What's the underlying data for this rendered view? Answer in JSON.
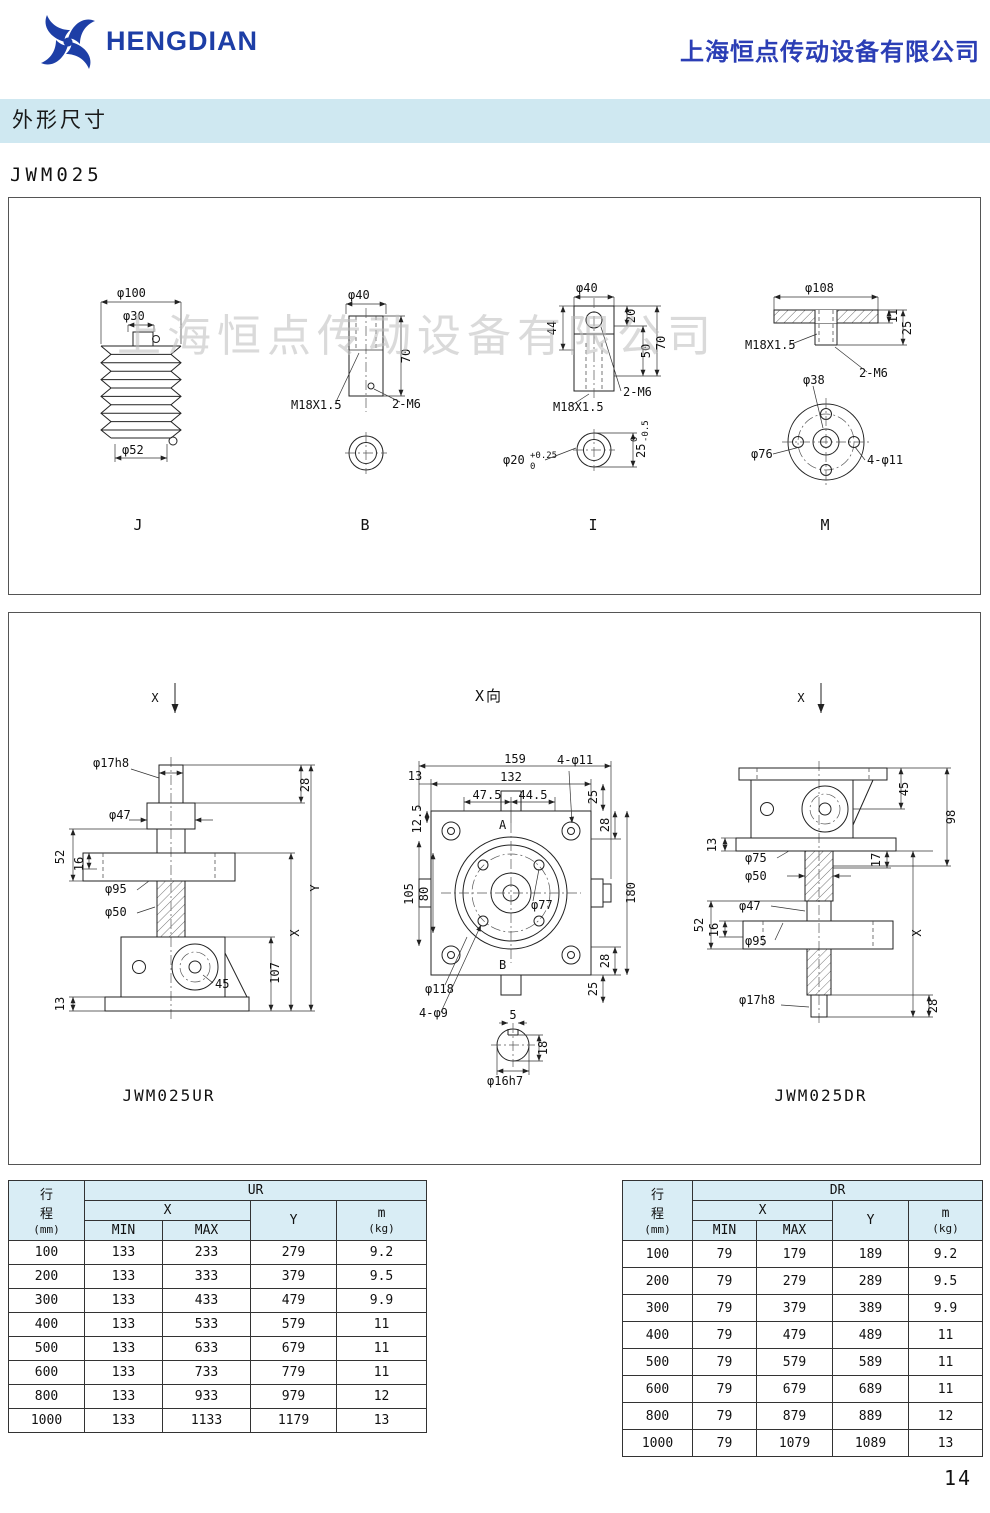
{
  "colors": {
    "brand_blue": "#1d3ea6",
    "company_blue": "#2b3eb5",
    "band_bg": "#cfe8f1",
    "table_header_bg": "#d9edf5"
  },
  "header": {
    "brand": "HENGDIAN",
    "company": "上海恒点传动设备有限公司",
    "section_title": "外形尺寸",
    "model": "JWM025"
  },
  "watermark": "上海恒点传动设备有限公司",
  "p1": {
    "j": {
      "cap": "J",
      "d_outer": "φ100",
      "d_inner": "φ30",
      "d_bottom": "φ52"
    },
    "b": {
      "cap": "B",
      "d_top": "φ40",
      "d_h": "70",
      "d_thread": "M18X1.5",
      "d_tap": "2-M6"
    },
    "i": {
      "cap": "I",
      "d_top": "φ40",
      "d_44": "44",
      "d_20": "20",
      "d_50": "50",
      "d_70": "70",
      "d_thread": "M18X1.5",
      "d_tap": "2-M6",
      "d_bore": "φ20",
      "d_bore_tol_hi": "+0.25",
      "d_bore_tol_lo": "0",
      "d_25": "25",
      "d_25_hi": "0",
      "d_25_lo": "-0.5"
    },
    "m": {
      "cap": "M",
      "d_top": "φ108",
      "d_11": "11",
      "d_25": "25",
      "d_thread": "M18X1.5",
      "d_tap": "2-M6",
      "d_38": "φ38",
      "d_76": "φ76",
      "d_holes": "4-φ11"
    }
  },
  "p2": {
    "x_label": "X",
    "xview_title": "X向",
    "ur": {
      "cap": "JWM025UR",
      "d_17h8": "φ17h8",
      "d_28": "28",
      "d_47": "φ47",
      "d_52": "52",
      "d_16": "16",
      "d_95": "φ95",
      "d_50": "φ50",
      "d_45": "45",
      "d_13": "13",
      "d_107": "107",
      "d_x": "X",
      "d_y": "Y"
    },
    "xv": {
      "d_159": "159",
      "d_132": "132",
      "d_13": "13",
      "d_475": "47.5",
      "d_445": "44.5",
      "d_holes11": "4-φ11",
      "d_25t": "25",
      "d_28t": "28",
      "d_125": "12.5",
      "d_a": "A",
      "d_105": "105",
      "d_80": "80",
      "d_77": "φ77",
      "d_180": "180",
      "d_118": "φ118",
      "d_b": "B",
      "d_holes9": "4-φ9",
      "d_28b": "28",
      "d_25b": "25",
      "d_5": "5",
      "d_18": "18",
      "d_16h7": "φ16h7"
    },
    "dr": {
      "cap": "JWM025DR",
      "d_98": "98",
      "d_45": "45",
      "d_13": "13",
      "d_75": "φ75",
      "d_50": "φ50",
      "d_17": "17",
      "d_47": "φ47",
      "d_x": "X",
      "d_52": "52",
      "d_16": "16",
      "d_95": "φ95",
      "d_28": "28",
      "d_17h8": "φ17h8"
    }
  },
  "tables": {
    "left": {
      "group": "UR",
      "stroke_1": "行",
      "stroke_2": "程",
      "stroke_unit": "(mm)",
      "x": "X",
      "min": "MIN",
      "max": "MAX",
      "y": "Y",
      "m": "m",
      "m_unit": "(kg)",
      "rows": [
        [
          "100",
          "133",
          "233",
          "279",
          "9.2"
        ],
        [
          "200",
          "133",
          "333",
          "379",
          "9.5"
        ],
        [
          "300",
          "133",
          "433",
          "479",
          "9.9"
        ],
        [
          "400",
          "133",
          "533",
          "579",
          "11"
        ],
        [
          "500",
          "133",
          "633",
          "679",
          "11"
        ],
        [
          "600",
          "133",
          "733",
          "779",
          "11"
        ],
        [
          "800",
          "133",
          "933",
          "979",
          "12"
        ],
        [
          "1000",
          "133",
          "1133",
          "1179",
          "13"
        ]
      ]
    },
    "right": {
      "group": "DR",
      "stroke_1": "行",
      "stroke_2": "程",
      "stroke_unit": "(mm)",
      "x": "X",
      "min": "MIN",
      "max": "MAX",
      "y": "Y",
      "m": "m",
      "m_unit": "(kg)",
      "rows": [
        [
          "100",
          "79",
          "179",
          "189",
          "9.2"
        ],
        [
          "200",
          "79",
          "279",
          "289",
          "9.5"
        ],
        [
          "300",
          "79",
          "379",
          "389",
          "9.9"
        ],
        [
          "400",
          "79",
          "479",
          "489",
          "11"
        ],
        [
          "500",
          "79",
          "579",
          "589",
          "11"
        ],
        [
          "600",
          "79",
          "679",
          "689",
          "11"
        ],
        [
          "800",
          "79",
          "879",
          "889",
          "12"
        ],
        [
          "1000",
          "79",
          "1079",
          "1089",
          "13"
        ]
      ]
    }
  },
  "page_number": "14"
}
